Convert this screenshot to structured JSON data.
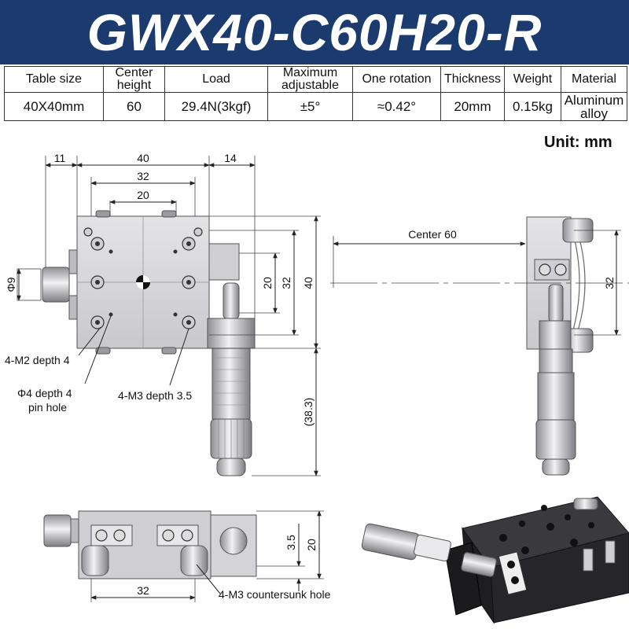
{
  "title": "GWX40-C60H20-R",
  "unit": "Unit: mm",
  "spec_headers": [
    "Table size",
    "Center height",
    "Load",
    "Maximum adjustable",
    "One rotation",
    "Thickness",
    "Weight",
    "Material"
  ],
  "spec_values": [
    "40X40mm",
    "60",
    "29.4N(3kgf)",
    "±5°",
    "≈0.42°",
    "20mm",
    "0.15kg",
    "Aluminum alloy"
  ],
  "dimensions": {
    "top_11": "11",
    "top_40": "40",
    "top_14": "14",
    "top_32": "32",
    "top_20": "20",
    "knob_dia": "Φ9",
    "right_20": "20",
    "right_32": "32",
    "right_40": "40",
    "micrometer_len": "(38.3)",
    "center_60": "Center 60",
    "side_32": "32",
    "bottom_32": "32",
    "bottom_3_5": "3.5",
    "bottom_20": "20"
  },
  "callouts": {
    "m2": "4-M2 depth 4",
    "pin_line1": "Φ4 depth 4",
    "pin_line2": "pin hole",
    "m3": "4-M3 depth 3.5",
    "countersunk": "4-M3 countersunk hole"
  },
  "colors": {
    "banner": "#1b3a6e",
    "metal": "#d9d9dc",
    "anodized": "#2a2a2d"
  }
}
